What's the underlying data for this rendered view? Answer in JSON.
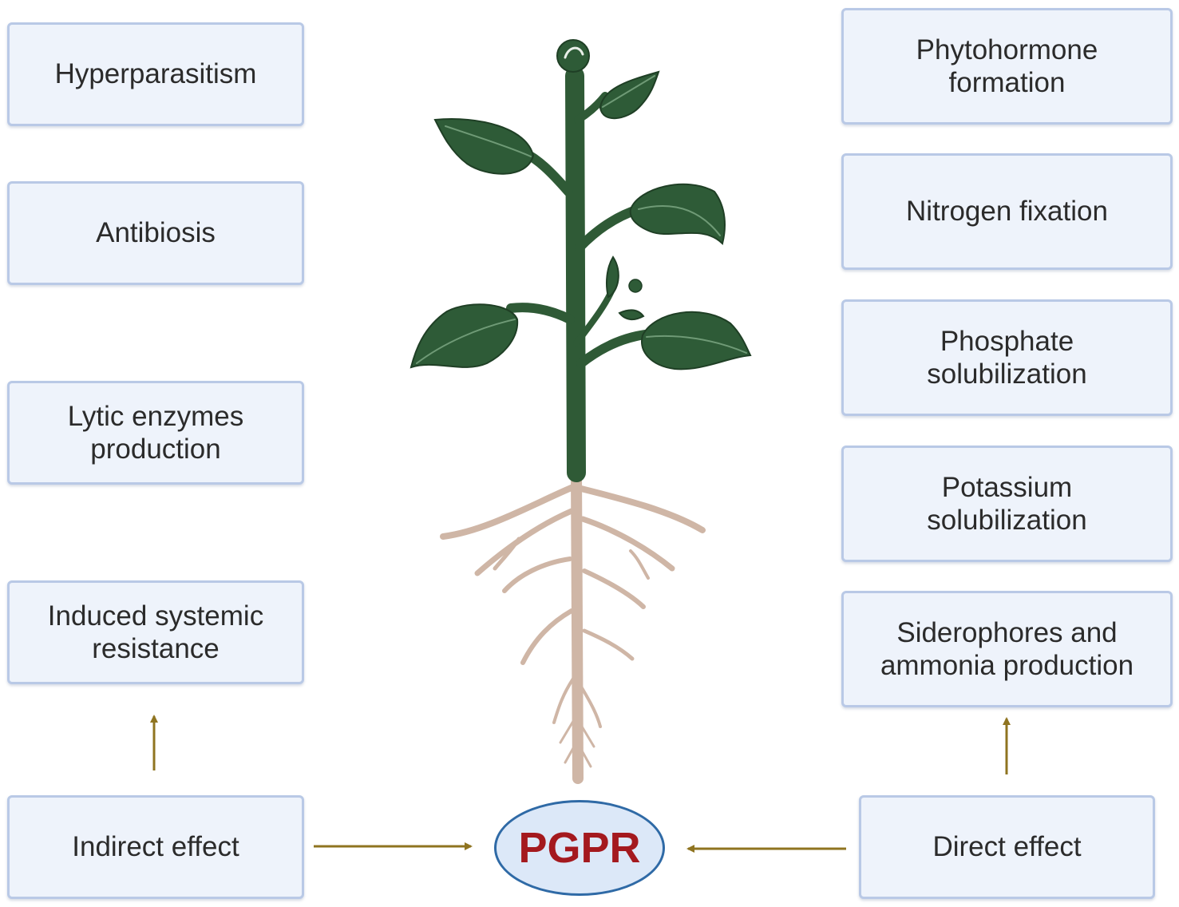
{
  "center": {
    "label": "PGPR"
  },
  "indirect": {
    "source": "Indirect effect",
    "items": [
      "Hyperparasitism",
      "Antibiosis",
      "Lytic enzymes\nproduction",
      "Induced systemic\nresistance"
    ]
  },
  "direct": {
    "source": "Direct effect",
    "items": [
      "Phytohormone\nformation",
      "Nitrogen fixation",
      "Phosphate\nsolubilization",
      "Potassium\nsolubilization",
      "Siderophores and\nammonia production"
    ]
  },
  "colors": {
    "box_fill": "#eef3fb",
    "box_border": "#b9c9e6",
    "arrow": "#8f7420",
    "stem": "#2f5a36",
    "leaf": "#2e5b37",
    "root": "#cfb6a6",
    "center_text": "#a4191e",
    "center_border": "#2f6aa6"
  },
  "icons": [
    "plant-illustration",
    "arrow-icon"
  ]
}
